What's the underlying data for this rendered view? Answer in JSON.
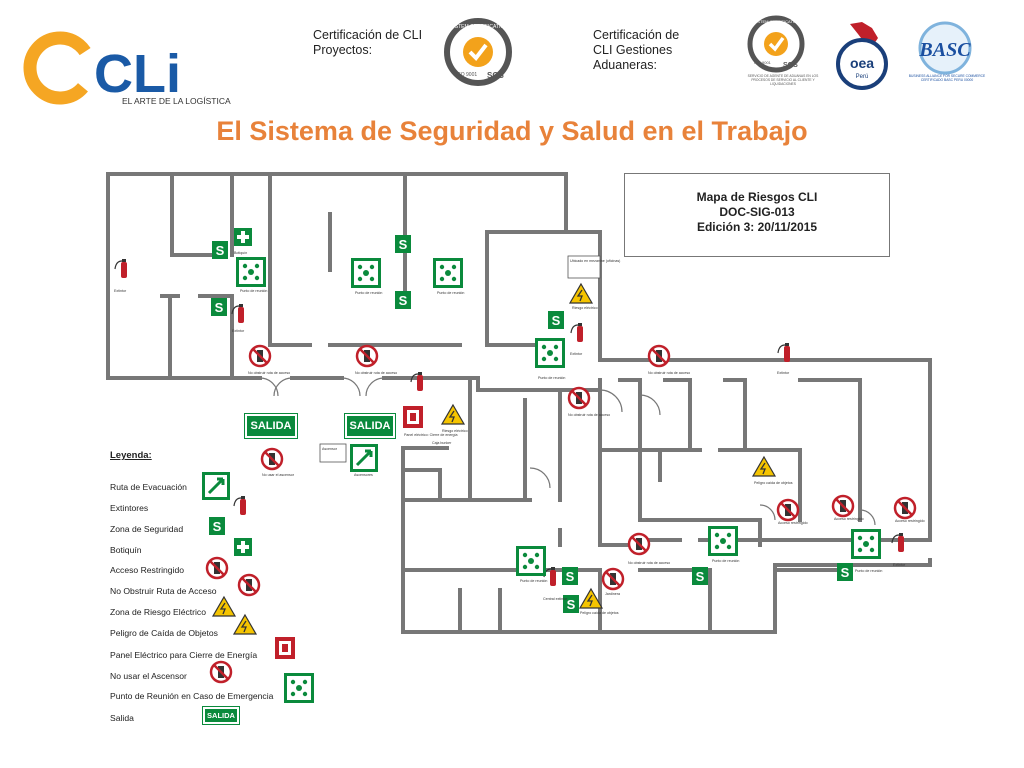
{
  "company": {
    "logo_text": "CLi",
    "tagline": "EL ARTE DE LA LOGÍSTICA"
  },
  "certifications": {
    "proyectos_label": "Certificación de CLI Proyectos:",
    "aduaneras_label": "Certificación de CLI Gestiones Aduaneras:",
    "sgs_system_text": "SYSTEM CERTIFICATION",
    "sgs_iso_text": "ISO 9001",
    "sgs_name": "SGS",
    "sgs_small_caption": "SERVICIO DE AGENTE DE ADUANAS EN LOS PROCESOS DE SERVICIO AL CLIENTE Y LIQUIDACIONES",
    "oea_name": "oea",
    "oea_country": "Perú",
    "basc_name": "BASC",
    "basc_caption": "BUSINESS ALLIANCE FOR SECURE COMMERCE CERTIFICADO BASC PERU 00000"
  },
  "title": "El Sistema de Seguridad y Salud en el Trabajo",
  "info_box": {
    "line1": "Mapa de Riesgos CLI",
    "line2": "DOC-SIG-013",
    "line3": "Edición 3:  20/11/2015"
  },
  "exit_label": "SALIDA",
  "legend": {
    "title": "Leyenda:",
    "items": [
      "Ruta de Evacuación",
      "Extintores",
      "Zona de Seguridad",
      "Botiquín",
      "Acceso Restringido",
      "No Obstruir Ruta de Acceso",
      "Zona de Riesgo Eléctrico",
      "Peligro de Caída de Objetos",
      "Panel Eléctrico para Cierre de Energía",
      "No usar el Ascensor",
      "Punto de Reunión en Caso de Emergencia",
      "Salida"
    ]
  },
  "plan_labels": {
    "extintor": "Extintor",
    "botiquin": "Botiquín",
    "punto_reunion": "Punto de reunión",
    "no_obstruir": "No obstruir ruta de acceso",
    "riesgo_electrico": "Riesgo eléctrico",
    "peligro_caida": "Peligro caída de objetos",
    "panel_electrico": "Panel eléctrico: Cierre de energía",
    "caja_bunker": "Caja bunker",
    "no_usar_ascensor": "No usar el ascensor",
    "ascensor_label": "Ascensor",
    "ascensores": "Ascensores",
    "ubicado_sotano": "Ubicado en mezanine (oficinas)",
    "central_extintor": "Central extintor",
    "acceso_restringido": "Acceso restringido",
    "jardinera": "Jardinera"
  }
}
